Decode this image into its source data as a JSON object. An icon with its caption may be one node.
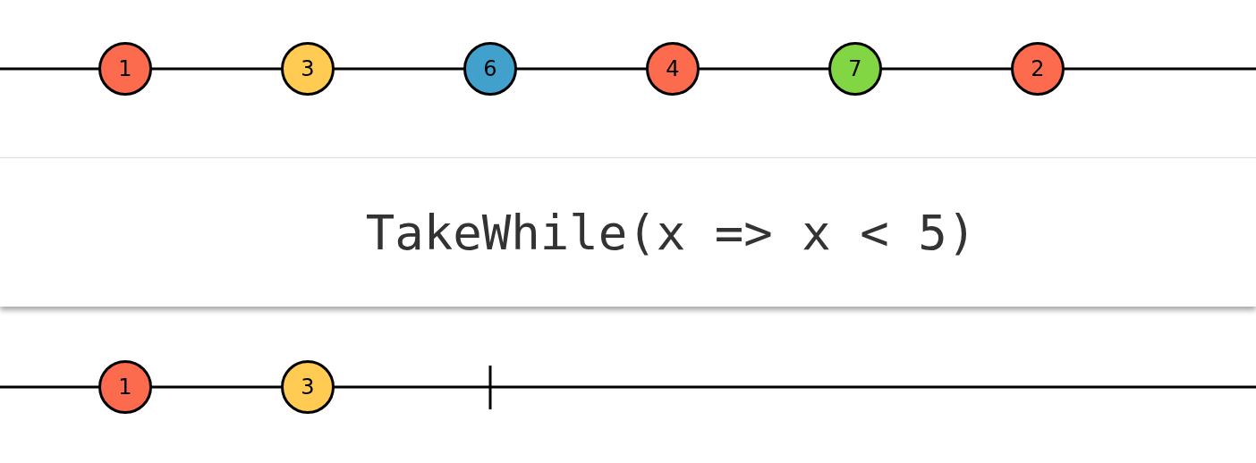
{
  "diagram": {
    "nodes": [
      {
        "text": [
          "1"
        ]
      },
      {
        "text": [
          "3"
        ]
      },
      {
        "text": [
          "6"
        ]
      },
      {
        "text": [
          "4"
        ]
      },
      {
        "text": [
          "7"
        ]
      },
      {
        "text": [
          "2"
        ]
      },
      {
        "text": [
          "TakeWhile(x => x < 5)"
        ]
      },
      {
        "text": [
          "1"
        ]
      },
      {
        "text": [
          "3"
        ]
      }
    ]
  }
}
